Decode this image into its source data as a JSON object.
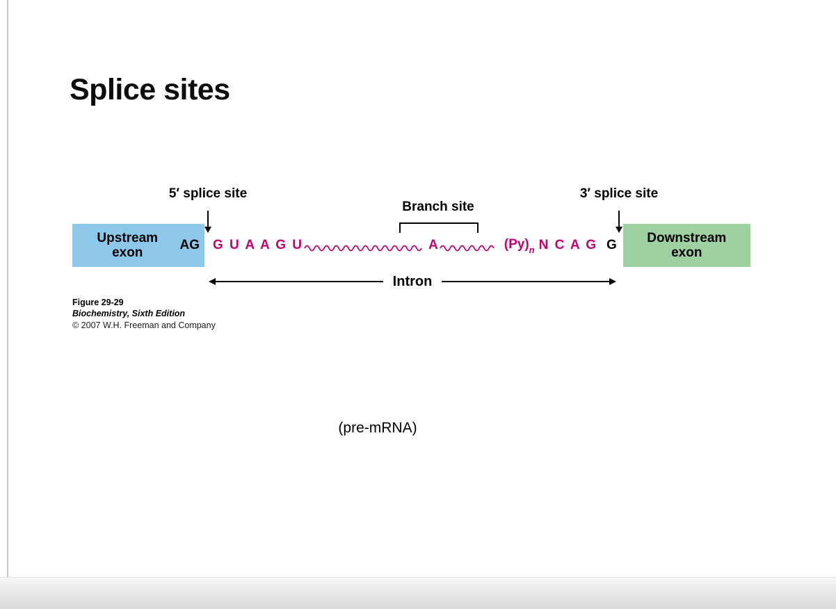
{
  "slide": {
    "title": "Splice sites",
    "pre_mrna_label": "(pre-mRNA)"
  },
  "figure": {
    "five_prime_label": "5′ splice site",
    "branch_site_label": "Branch site",
    "three_prime_label": "3′ splice site",
    "intron_label": "Intron",
    "upstream_exon_label": "Upstream exon",
    "downstream_exon_label": "Downstream exon",
    "sequence": {
      "upstream_exon_end": "AG",
      "intron_5prime": "G U A A G U",
      "branch_point": "A",
      "polypyrimidine": "(Py)",
      "polypyrimidine_sub": "n",
      "intron_3prime": "N C A G",
      "downstream_exon_start": "G"
    }
  },
  "caption": {
    "figure_number": "Figure 29-29",
    "book_title": "Biochemistry, Sixth Edition",
    "copyright": "© 2007 W.H. Freeman and Company"
  },
  "colors": {
    "upstream_exon_fill": "#8dc8ea",
    "downstream_exon_fill": "#9fd0a2",
    "sequence_magenta": "#c6006f",
    "text_black": "#000000"
  }
}
